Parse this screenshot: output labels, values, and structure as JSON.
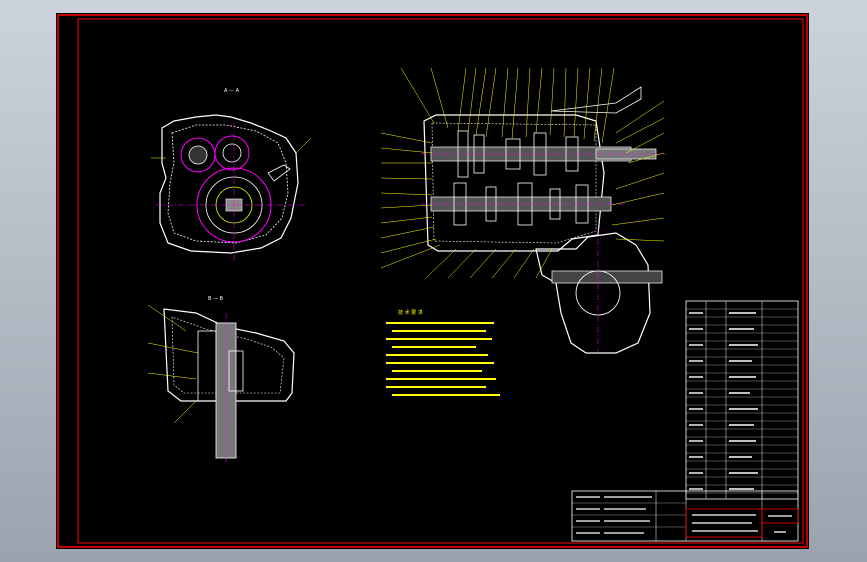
{
  "views": {
    "section_a": {
      "label": "A — A"
    },
    "section_b": {
      "label": "B — B"
    }
  },
  "technical_requirements": {
    "heading": "技 术 要 求"
  },
  "colors": {
    "background": "#000000",
    "frame": "#ff0000",
    "outline": "#ffffff",
    "leader": "#ffff00",
    "center_line": "#ff00ff",
    "shaft": "#cccccc"
  }
}
